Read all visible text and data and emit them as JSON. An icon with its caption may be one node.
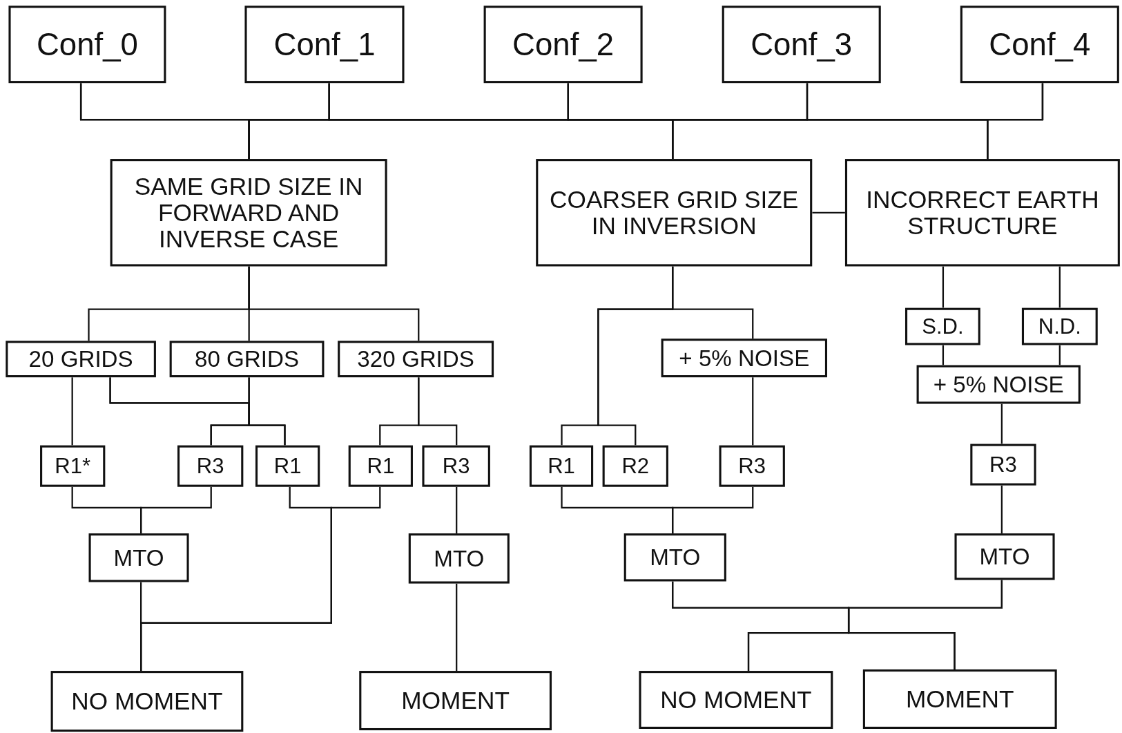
{
  "diagram": {
    "nodes": [
      {
        "text": [
          "Conf_0"
        ]
      },
      {
        "text": [
          "Conf_1"
        ]
      },
      {
        "text": [
          "Conf_2"
        ]
      },
      {
        "text": [
          "Conf_3"
        ]
      },
      {
        "text": [
          "Conf_4"
        ]
      },
      {
        "text": [
          "SAME GRID SIZE IN FORWARD AND INVERSE CASE"
        ]
      },
      {
        "text": [
          "COARSER GRID SIZE IN INVERSION"
        ]
      },
      {
        "text": [
          "INCORRECT EARTH STRUCTURE"
        ]
      },
      {
        "text": [
          "20 GRIDS"
        ]
      },
      {
        "text": [
          "80 GRIDS"
        ]
      },
      {
        "text": [
          "320 GRIDS"
        ]
      },
      {
        "text": [
          "+ 5% NOISE"
        ]
      },
      {
        "text": [
          "S.D."
        ]
      },
      {
        "text": [
          "N.D."
        ]
      },
      {
        "text": [
          "+ 5% NOISE"
        ]
      },
      {
        "text": [
          "R1*"
        ]
      },
      {
        "text": [
          "R3"
        ]
      },
      {
        "text": [
          "R1"
        ]
      },
      {
        "text": [
          "R1"
        ]
      },
      {
        "text": [
          "R3"
        ]
      },
      {
        "text": [
          "R1"
        ]
      },
      {
        "text": [
          "R2"
        ]
      },
      {
        "text": [
          "R3"
        ]
      },
      {
        "text": [
          "R3"
        ]
      },
      {
        "text": [
          "MTO"
        ]
      },
      {
        "text": [
          "MTO"
        ]
      },
      {
        "text": [
          "MTO"
        ]
      },
      {
        "text": [
          "MTO"
        ]
      },
      {
        "text": [
          "NO MOMENT"
        ]
      },
      {
        "text": [
          "MOMENT"
        ]
      },
      {
        "text": [
          "NO MOMENT"
        ]
      },
      {
        "text": [
          "MOMENT"
        ]
      }
    ],
    "edges": [
      {
        "from": 0,
        "to": 5,
        "arrow": "none"
      },
      {
        "from": 1,
        "to": 5,
        "arrow": "none"
      },
      {
        "from": 2,
        "to": 5,
        "arrow": "none"
      },
      {
        "from": 3,
        "to": 5,
        "arrow": "none"
      },
      {
        "from": 4,
        "to": 5,
        "arrow": "none"
      },
      {
        "from": 0,
        "to": 6,
        "arrow": "none"
      },
      {
        "from": 1,
        "to": 6,
        "arrow": "none"
      },
      {
        "from": 2,
        "to": 6,
        "arrow": "none"
      },
      {
        "from": 3,
        "to": 6,
        "arrow": "none"
      },
      {
        "from": 4,
        "to": 6,
        "arrow": "none"
      },
      {
        "from": 0,
        "to": 7,
        "arrow": "none"
      },
      {
        "from": 1,
        "to": 7,
        "arrow": "none"
      },
      {
        "from": 2,
        "to": 7,
        "arrow": "none"
      },
      {
        "from": 3,
        "to": 7,
        "arrow": "none"
      },
      {
        "from": 4,
        "to": 7,
        "arrow": "none"
      },
      {
        "from": 6,
        "to": 7,
        "arrow": "none"
      },
      {
        "from": 5,
        "to": 8,
        "arrow": "none"
      },
      {
        "from": 5,
        "to": 9,
        "arrow": "none"
      },
      {
        "from": 5,
        "to": 10,
        "arrow": "none"
      },
      {
        "from": 6,
        "to": 20,
        "arrow": "none"
      },
      {
        "from": 6,
        "to": 21,
        "arrow": "none"
      },
      {
        "from": 6,
        "to": 11,
        "arrow": "none"
      },
      {
        "from": 7,
        "to": 12,
        "arrow": "none"
      },
      {
        "from": 7,
        "to": 13,
        "arrow": "none"
      },
      {
        "from": 12,
        "to": 14,
        "arrow": "none"
      },
      {
        "from": 13,
        "to": 14,
        "arrow": "none"
      },
      {
        "from": 8,
        "to": 15,
        "arrow": "none"
      },
      {
        "from": 8,
        "to": 16,
        "arrow": "none"
      },
      {
        "from": 8,
        "to": 17,
        "arrow": "none"
      },
      {
        "from": 9,
        "to": 16,
        "arrow": "none"
      },
      {
        "from": 9,
        "to": 17,
        "arrow": "none"
      },
      {
        "from": 10,
        "to": 18,
        "arrow": "none"
      },
      {
        "from": 10,
        "to": 19,
        "arrow": "none"
      },
      {
        "from": 11,
        "to": 22,
        "arrow": "none"
      },
      {
        "from": 14,
        "to": 23,
        "arrow": "none"
      },
      {
        "from": 15,
        "to": 24,
        "arrow": "none"
      },
      {
        "from": 16,
        "to": 24,
        "arrow": "none"
      },
      {
        "from": 17,
        "to": 28,
        "arrow": "none"
      },
      {
        "from": 18,
        "to": 28,
        "arrow": "none"
      },
      {
        "from": 19,
        "to": 25,
        "arrow": "none"
      },
      {
        "from": 20,
        "to": 26,
        "arrow": "none"
      },
      {
        "from": 22,
        "to": 26,
        "arrow": "none"
      },
      {
        "from": 23,
        "to": 27,
        "arrow": "none"
      },
      {
        "from": 24,
        "to": 28,
        "arrow": "none"
      },
      {
        "from": 25,
        "to": 29,
        "arrow": "none"
      },
      {
        "from": 26,
        "to": 30,
        "arrow": "none"
      },
      {
        "from": 26,
        "to": 31,
        "arrow": "none"
      },
      {
        "from": 27,
        "to": 30,
        "arrow": "none"
      },
      {
        "from": 27,
        "to": 31,
        "arrow": "none"
      }
    ]
  }
}
